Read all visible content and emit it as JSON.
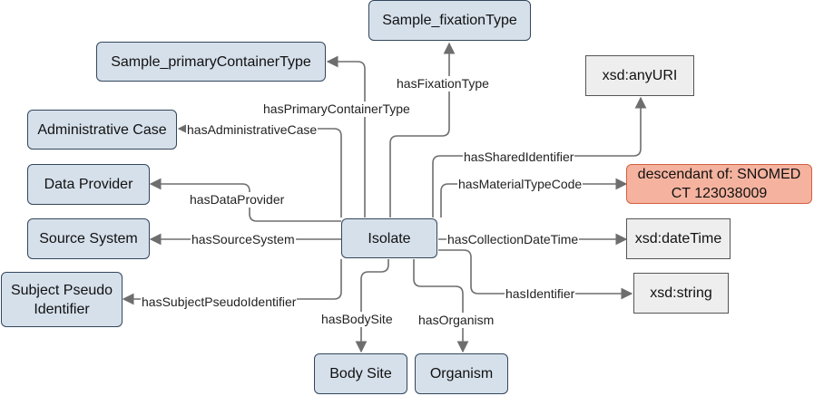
{
  "nodes": {
    "isolate": "Isolate",
    "fixation_type": "Sample_fixationType",
    "primary_container_type": "Sample_primaryContainerType",
    "administrative_case": "Administrative Case",
    "data_provider": "Data Provider",
    "source_system": "Source System",
    "subject_pseudo_identifier": "Subject Pseudo Identifier",
    "body_site": "Body Site",
    "organism": "Organism",
    "any_uri": "xsd:anyURI",
    "snomed": "descendant of: SNOMED CT 123038009",
    "date_time": "xsd:dateTime",
    "string": "xsd:string"
  },
  "edges": {
    "has_fixation_type": "hasFixationType",
    "has_primary_container_type": "hasPrimaryContainerType",
    "has_administrative_case": "hasAdministrativeCase",
    "has_data_provider": "hasDataProvider",
    "has_source_system": "hasSourceSystem",
    "has_subject_pseudo_identifier": "hasSubjectPseudoIdentifier",
    "has_body_site": "hasBodySite",
    "has_organism": "hasOrganism",
    "has_shared_identifier": "hasSharedIdentifier",
    "has_material_type_code": "hasMaterialTypeCode",
    "has_collection_date_time": "hasCollectionDateTime",
    "has_identifier": "hasIdentifier"
  },
  "colors": {
    "class_fill": "#d6e0eb",
    "class_border": "#33475b",
    "literal_fill": "#eeeeee",
    "snomed_fill": "#f5b39f",
    "snomed_border": "#d35f40",
    "edge": "#6e6e6e"
  }
}
